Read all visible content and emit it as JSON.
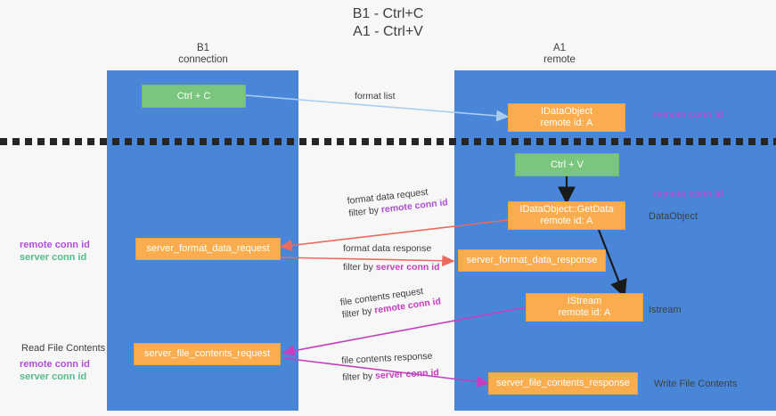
{
  "title": {
    "line1": "B1 - Ctrl+C",
    "line2": "A1 - Ctrl+V"
  },
  "columns": [
    {
      "name": "b1",
      "title": "B1",
      "subtitle": "connection"
    },
    {
      "name": "a1",
      "title": "A1",
      "subtitle": "remote"
    }
  ],
  "nodes": {
    "ctrl_c": {
      "line1": "Ctrl + C",
      "line2": ""
    },
    "idataobject": {
      "line1": "IDataObject",
      "line2": "remote id: A"
    },
    "ctrl_v": {
      "line1": "Ctrl + V",
      "line2": ""
    },
    "getdata": {
      "line1": "IDataObject::GetData",
      "line2": "remote id: A"
    },
    "fmt_req": {
      "line1": "server_format_data_request",
      "line2": ""
    },
    "fmt_resp": {
      "line1": "server_format_data_response",
      "line2": ""
    },
    "istream": {
      "line1": "IStream",
      "line2": "remote id: A"
    },
    "file_req": {
      "line1": "server_file_contents_request",
      "line2": ""
    },
    "file_resp": {
      "line1": "server_file_contents_response",
      "line2": ""
    }
  },
  "edge_labels": {
    "format_list": "format list",
    "fmt_req_l1": "format data request",
    "fmt_req_l2_pre": "filter by ",
    "fmt_req_l2_key": "remote conn id",
    "fmt_resp_l1": "format data response",
    "fmt_resp_l2_pre": "filter by ",
    "fmt_resp_l2_key": "server conn id",
    "file_req_l1": "file contents request",
    "file_req_l2_pre": "filter by ",
    "file_req_l2_key": "remote conn id",
    "file_resp_l1": "file contents response",
    "file_resp_l2_pre": "filter by ",
    "file_resp_l2_key": "server conn id"
  },
  "annotations": {
    "right_remote_conn_top": "remote conn id",
    "right_remote_conn_mid": "remote conn id",
    "right_dataobject": "DataObject",
    "right_istream": "Istream",
    "right_write_file": "Write File Contents",
    "left_mid_remote": "remote conn id",
    "left_mid_server": "server conn id",
    "left_read_file": "Read File Contents",
    "left_bot_remote": "remote conn id",
    "left_bot_server": "server conn id"
  },
  "colors": {
    "lane": "#4a86d8",
    "node_green": "#7bc67e",
    "node_orange": "#f9ad4e",
    "arrow_blue": "#a8cdf0",
    "arrow_red": "#ea6a5c",
    "arrow_magenta": "#c43ec0",
    "arrow_black": "#1a1a1a",
    "key_purple": "#b14fd8",
    "key_green": "#57bb8a",
    "background": "#f7f7f7"
  }
}
